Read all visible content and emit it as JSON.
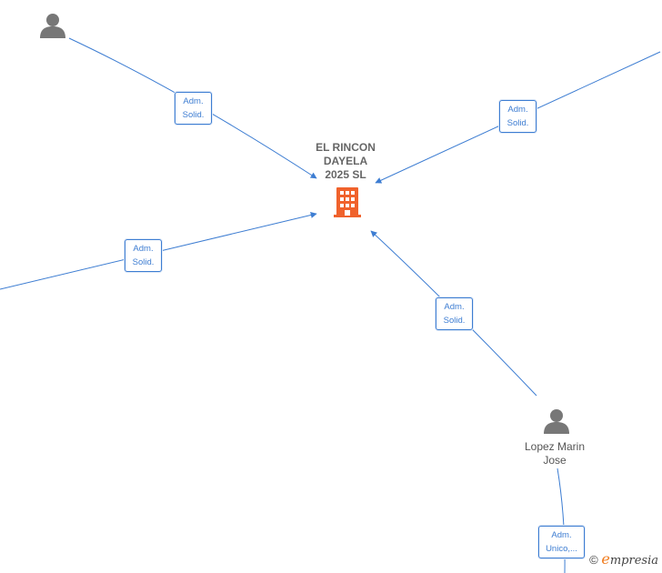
{
  "company": {
    "name_line1": "EL RINCON",
    "name_line2": "DAYELA",
    "name_line3": "2025  SL",
    "icon": "building-icon",
    "icon_color": "#f0622c"
  },
  "person_lopez": {
    "name_line1": "Lopez Marin",
    "name_line2": "Jose",
    "icon": "person-icon"
  },
  "person_top_left": {
    "icon": "person-icon"
  },
  "edges": {
    "top_left": {
      "line1": "Adm.",
      "line2": "Solid."
    },
    "top_right": {
      "line1": "Adm.",
      "line2": "Solid."
    },
    "left": {
      "line1": "Adm.",
      "line2": "Solid."
    },
    "lopez": {
      "line1": "Adm.",
      "line2": "Solid."
    },
    "bottom": {
      "line1": "Adm.",
      "line2": "Unico,..."
    }
  },
  "colors": {
    "edge": "#3d7dd2",
    "person": "#777777"
  },
  "watermark": {
    "symbol": "©",
    "brand_initial": "e",
    "brand_rest": "mpresia"
  }
}
